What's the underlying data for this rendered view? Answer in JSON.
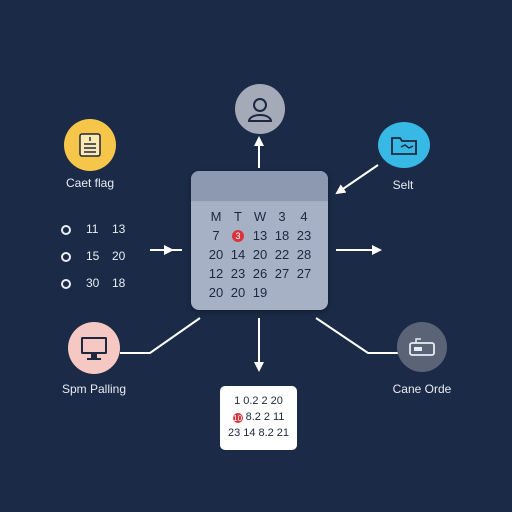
{
  "colors": {
    "background": "#1b2a47",
    "calendar_body": "#a7b1c6",
    "calendar_header": "#8d98b1",
    "highlight": "#d9333b",
    "user_node": "#a4aab8",
    "doc_node": "#f5c64a",
    "sel_node": "#38b8e4",
    "monitor_node": "#f6c8c4",
    "card_node": "#5b6476"
  },
  "nodes": {
    "top": {
      "icon": "user-icon"
    },
    "top_left": {
      "icon": "document-icon",
      "label": "Caet flag"
    },
    "top_right": {
      "icon": "folder-icon",
      "label": "Selt"
    },
    "bottom_left": {
      "icon": "monitor-icon",
      "label": "Spm Palling"
    },
    "bottom_right": {
      "icon": "card-reader-icon",
      "label": "Cane Orde"
    }
  },
  "calendar": {
    "rows": [
      [
        "M",
        "T",
        "W",
        "3",
        "4"
      ],
      [
        "7",
        "3",
        "13",
        "18",
        "23"
      ],
      [
        "20",
        "14",
        "20",
        "22",
        "28"
      ],
      [
        "12",
        "23",
        "26",
        "27",
        "27"
      ],
      [
        "20",
        "20",
        "19",
        "",
        ""
      ]
    ],
    "highlighted": "3"
  },
  "left_list": [
    {
      "a": "11",
      "b": "13"
    },
    {
      "a": "15",
      "b": "20"
    },
    {
      "a": "30",
      "b": "18"
    }
  ],
  "mini_calendar": {
    "row1": [
      "1",
      "0.2",
      "2",
      "20"
    ],
    "row2_highlight": "10",
    "row2": [
      "8.2",
      "2",
      "11"
    ],
    "row3": [
      "23",
      "14",
      "8.2",
      "21"
    ]
  }
}
